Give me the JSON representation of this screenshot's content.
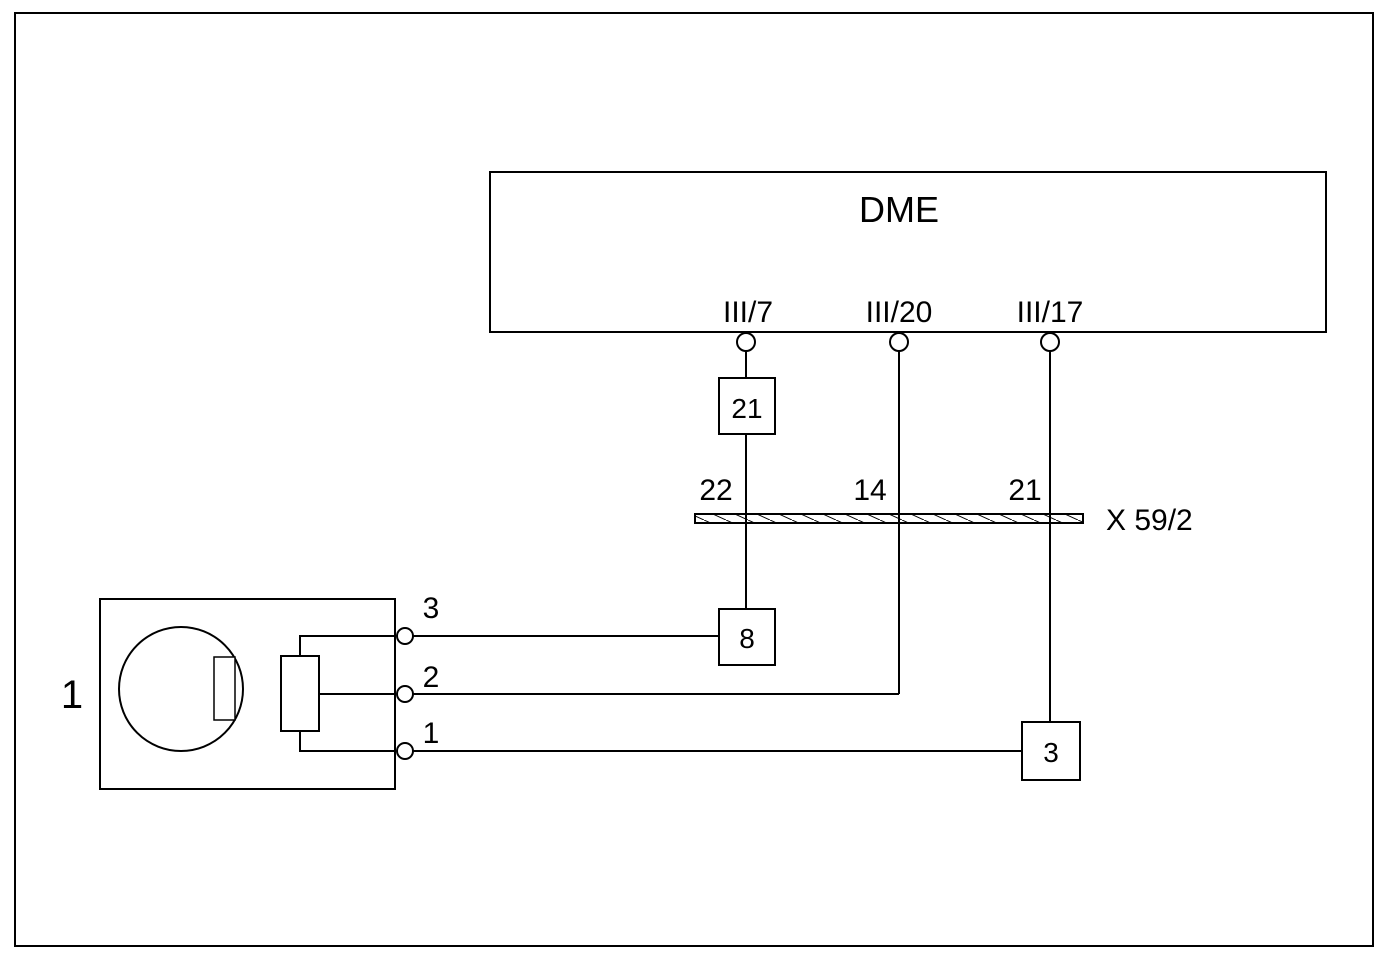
{
  "ecu": {
    "name": "DME",
    "pins": [
      "III/7",
      "III/20",
      "III/17"
    ]
  },
  "connector": {
    "name": "X 59/2",
    "pins": [
      "22",
      "14",
      "21"
    ]
  },
  "wire_boxes": {
    "upper": "21",
    "to_pin3": "8",
    "to_pin1": "3"
  },
  "component": {
    "number": "1",
    "pins": [
      "3",
      "2",
      "1"
    ]
  }
}
